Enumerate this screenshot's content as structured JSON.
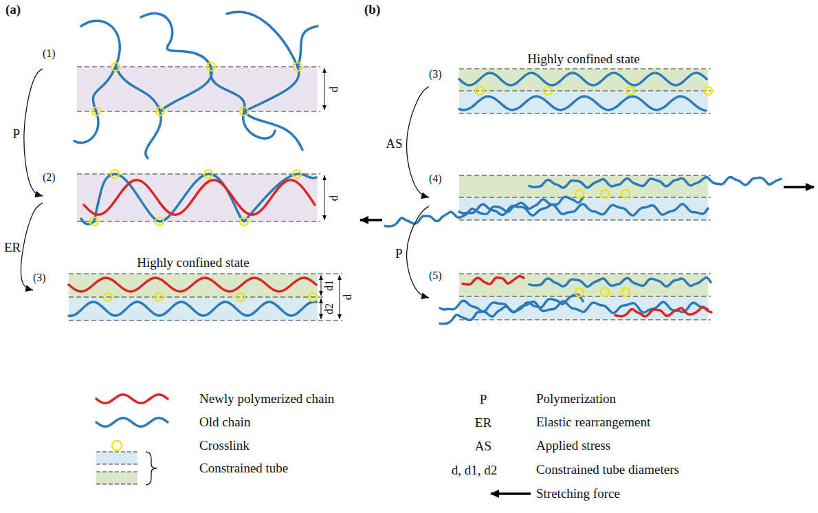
{
  "diagram": {
    "nodes": [
      {
        "text": [
          "(1)"
        ]
      },
      {
        "text": [
          "(2)"
        ]
      },
      {
        "text": [
          "Highly confined state",
          "(3)"
        ]
      },
      {
        "text": [
          "Highly confined state",
          "(3)"
        ]
      },
      {
        "text": [
          "(4)"
        ]
      },
      {
        "text": [
          "(5)"
        ]
      }
    ],
    "edges": [
      {
        "from": 0,
        "to": 1,
        "arrow": "to",
        "label": "P"
      },
      {
        "from": 1,
        "to": 2,
        "arrow": "to",
        "label": "ER"
      },
      {
        "from": 3,
        "to": 4,
        "arrow": "to",
        "label": "AS"
      },
      {
        "from": 4,
        "to": 5,
        "arrow": "to",
        "label": "P"
      }
    ],
    "labels": [
      "(a)",
      "(b)",
      "d",
      "d",
      "d1",
      "d2",
      "d",
      "P",
      "ER",
      "AS",
      "d, d1, d2"
    ],
    "legend": [
      {
        "text": "Newly polymerized chain"
      },
      {
        "text": "Polymerization"
      },
      {
        "text": "Old chain"
      },
      {
        "text": "Elastic rearrangement"
      },
      {
        "text": "Crosslink"
      },
      {
        "text": "Applied stress"
      },
      {
        "text": "Constrained tube"
      },
      {
        "text": "Constrained tube diameters"
      },
      {
        "text": "Stretching force"
      }
    ]
  }
}
